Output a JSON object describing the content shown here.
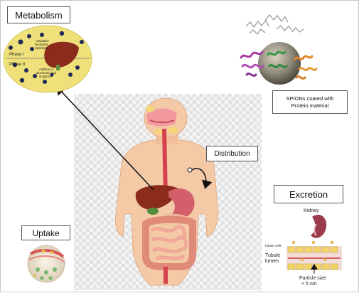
{
  "labels": {
    "metabolism": "Metabolism",
    "distribution": "Distribution",
    "excretion": "Excretion",
    "uptake": "Uptake",
    "spions_line1": "SPIONs coated with",
    "spions_line2": "Protein material"
  },
  "metabolism_panel": {
    "phase1": "Phase I",
    "phase2": "Phase II",
    "oxidation_line1": "Oxidation",
    "oxidation_line2": "Reduction",
    "oxidation_line3": "Hydrolysis",
    "addition_line1": "Addition of",
    "addition_line2": "glucuronic acid",
    "addition_line3": "or glycine"
  },
  "excretion_panel": {
    "kidney": "Kidney",
    "tubule_cells": "Tubule cells",
    "tubule_lumen_line1": "Tubule",
    "tubule_lumen_line2": "lumen",
    "particle_size_line1": "Particle size",
    "particle_size_line2": "< 5 nm"
  },
  "colors": {
    "liver": "#8b2b1c",
    "yellow_panel": "#efe07a",
    "nanoparticle": "#1f2a55",
    "body_skin": "#f4c9a6",
    "kidney": "#9c3b4b",
    "tubule": "#f3d46a"
  }
}
